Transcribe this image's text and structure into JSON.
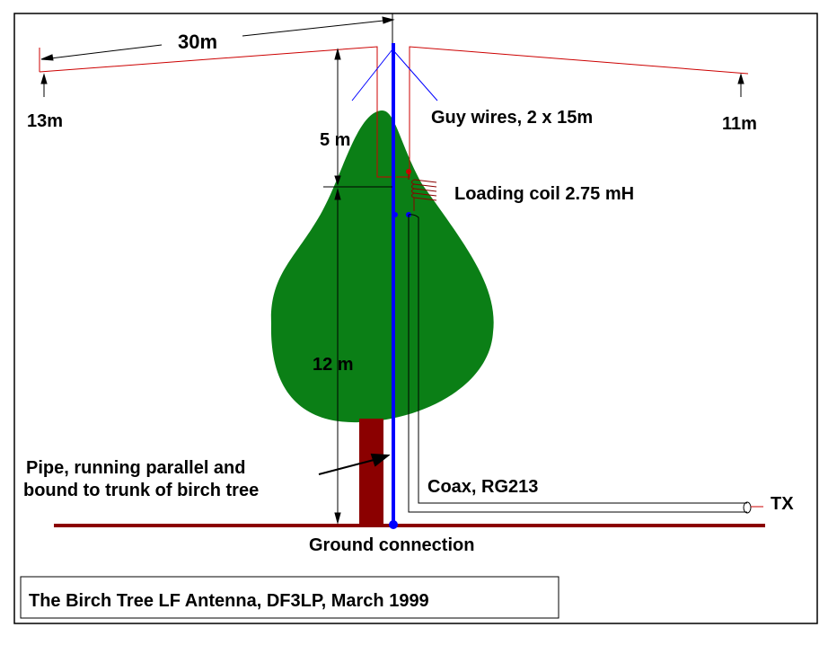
{
  "labels": {
    "span": "30m",
    "left_height": "13m",
    "right_height": "11m",
    "guy_wires": "Guy wires, 2 x 15m",
    "top_section": "5 m",
    "loading_coil": "Loading coil 2.75 mH",
    "main_section": "12 m",
    "pipe_line1": "Pipe, running parallel and",
    "pipe_line2": "bound to trunk of birch tree",
    "coax": "Coax, RG213",
    "tx": "TX",
    "ground": "Ground connection"
  },
  "caption": "The Birch Tree LF Antenna, DF3LP, March 1999",
  "colors": {
    "antenna_wire": "#cc0000",
    "pipe": "#0000ff",
    "guy_wire": "#0000ff",
    "foliage": "#0b7f16",
    "trunk": "#8b0000",
    "ground": "#8b0000",
    "coil": "#8b0000",
    "coax": "#000000"
  }
}
